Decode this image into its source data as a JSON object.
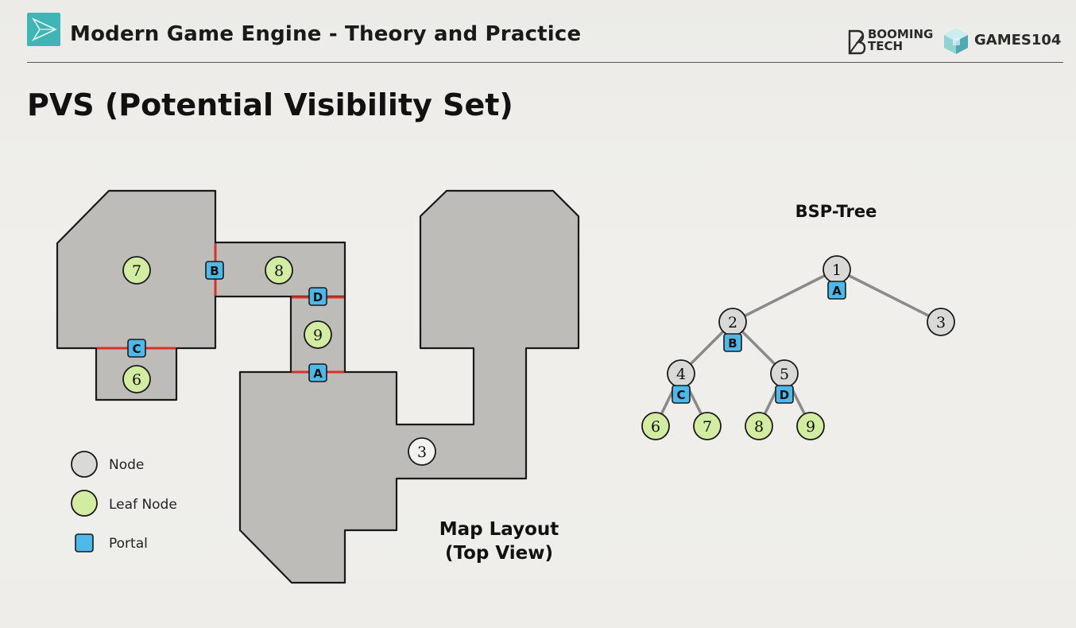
{
  "header": {
    "course_title": "Modern Game Engine - Theory and Practice",
    "brand_booming": "BOOMING\nTECH",
    "brand_games": "GAMES104"
  },
  "slide": {
    "title": "PVS (Potential Visibility Set)"
  },
  "colors": {
    "room_fill": "#bdbcb9",
    "node_fill": "#d9d9d7",
    "leaf_fill": "#d2eca1",
    "portal_fill": "#4db8ea",
    "portal_line": "#d9302a",
    "tree_edge": "#8a8a8a"
  },
  "map": {
    "caption_line1": "Map Layout",
    "caption_line2": "(Top View)",
    "leaves": [
      {
        "id": "7",
        "type": "leaf"
      },
      {
        "id": "8",
        "type": "leaf"
      },
      {
        "id": "9",
        "type": "leaf"
      },
      {
        "id": "6",
        "type": "leaf"
      },
      {
        "id": "3",
        "type": "node"
      }
    ],
    "portals": [
      "B",
      "D",
      "C",
      "A"
    ]
  },
  "tree": {
    "title": "BSP-Tree",
    "nodes": [
      {
        "id": "1",
        "type": "node",
        "portal": "A"
      },
      {
        "id": "2",
        "type": "node",
        "portal": "B"
      },
      {
        "id": "3",
        "type": "node"
      },
      {
        "id": "4",
        "type": "node",
        "portal": "C"
      },
      {
        "id": "5",
        "type": "node",
        "portal": "D"
      },
      {
        "id": "6",
        "type": "leaf"
      },
      {
        "id": "7",
        "type": "leaf"
      },
      {
        "id": "8",
        "type": "leaf"
      },
      {
        "id": "9",
        "type": "leaf"
      }
    ],
    "edges": [
      [
        "1",
        "2"
      ],
      [
        "1",
        "3"
      ],
      [
        "2",
        "4"
      ],
      [
        "2",
        "5"
      ],
      [
        "4",
        "6"
      ],
      [
        "4",
        "7"
      ],
      [
        "5",
        "8"
      ],
      [
        "5",
        "9"
      ]
    ]
  },
  "legend": {
    "node": "Node",
    "leaf": "Leaf Node",
    "portal": "Portal"
  }
}
